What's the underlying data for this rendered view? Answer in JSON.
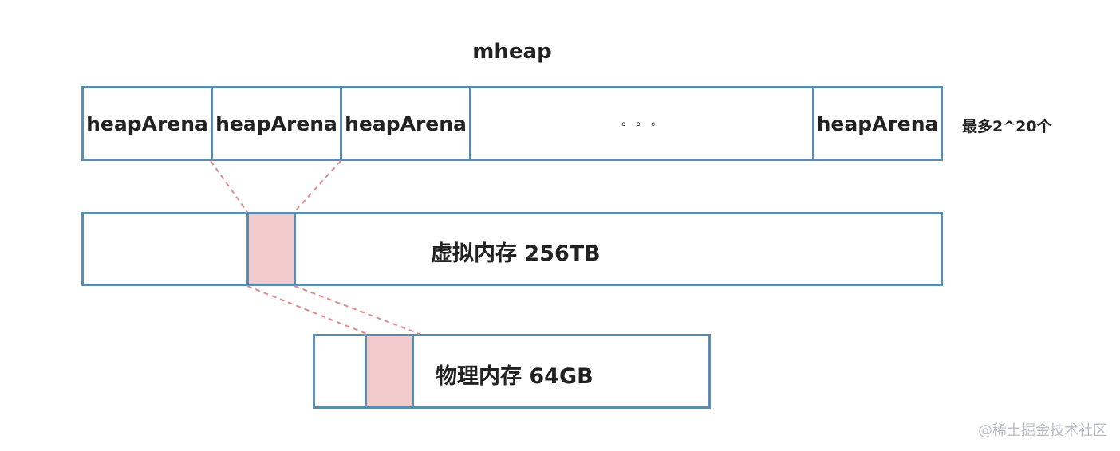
{
  "title": "mheap",
  "arenas": {
    "cells": [
      {
        "label": "heapArena"
      },
      {
        "label": "heapArena"
      },
      {
        "label": "heapArena"
      },
      {
        "label": "。 。 。"
      },
      {
        "label": "heapArena"
      }
    ],
    "note": "最多2^20个"
  },
  "virtual_memory": {
    "label": "虚拟内存 256TB"
  },
  "physical_memory": {
    "label": "物理内存 64GB"
  },
  "colors": {
    "border": "#5b8db0",
    "highlight_fill": "#f2cccc",
    "connector": "#e08c8c"
  },
  "watermark": "@稀土掘金技术社区"
}
